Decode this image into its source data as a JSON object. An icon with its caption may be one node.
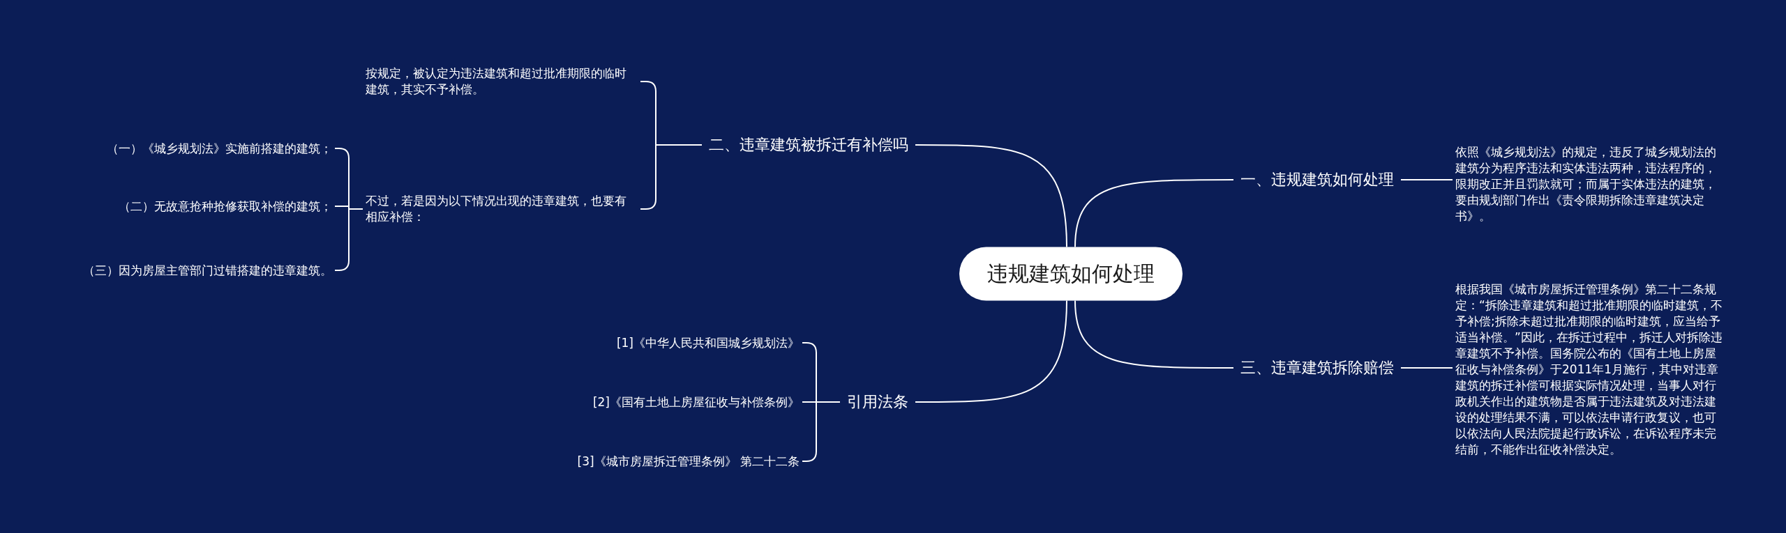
{
  "diagram": {
    "nodes": [
      {
        "text": [
          "违规建筑如何处理"
        ]
      },
      {
        "text": [
          "一、违规建筑如何处理"
        ]
      },
      {
        "text": [
          "依照《城乡规划法》的规定，违反了城乡规划法的建筑分为程序违法和实体违法两种，违法程序的，限期改正并且罚款就可；而属于实体违法的建筑，要由规划部门作出《责令限期拆除违章建筑决定书》。"
        ]
      },
      {
        "text": [
          "三、违章建筑拆除赔偿"
        ]
      },
      {
        "text": [
          "根据我国《城市房屋拆迁管理条例》第二十二条规定：“拆除违章建筑和超过批准期限的临时建筑，不予补偿;拆除未超过批准期限的临时建筑，应当给予适当补偿。”因此，在拆迁过程中，拆迁人对拆除违章建筑不予补偿。国务院公布的《国有土地上房屋征收与补偿条例》于2011年1月施行，其中对违章建筑的拆迁补偿可根据实际情况处理，当事人对行政机关作出的建筑物是否属于违法建筑及对违法建设的处理结果不满，可以依法申请行政复议，也可以依法向人民法院提起行政诉讼，在诉讼程序未完结前，不能作出征收补偿决定。"
        ]
      },
      {
        "text": [
          "二、违章建筑被拆迁有补偿吗"
        ]
      },
      {
        "text": [
          "按规定，被认定为违法建筑和超过批准期限的临时建筑，其实不予补偿。"
        ]
      },
      {
        "text": [
          "不过，若是因为以下情况出现的违章建筑，也要有相应补偿："
        ]
      },
      {
        "text": [
          "（一）《城乡规划法》实施前搭建的建筑；"
        ]
      },
      {
        "text": [
          "（二）无故意抢种抢修获取补偿的建筑；"
        ]
      },
      {
        "text": [
          "（三）因为房屋主管部门过错搭建的违章建筑。"
        ]
      },
      {
        "text": [
          "引用法条"
        ]
      },
      {
        "text": [
          "[1]《中华人民共和国城乡规划法》"
        ]
      },
      {
        "text": [
          "[2]《国有土地上房屋征收与补偿条例》"
        ]
      },
      {
        "text": [
          "[3]《城市房屋拆迁管理条例》 第二十二条"
        ]
      }
    ],
    "edges": [
      {
        "from": 0,
        "to": 1,
        "arrow": "none"
      },
      {
        "from": 1,
        "to": 2,
        "arrow": "none"
      },
      {
        "from": 0,
        "to": 3,
        "arrow": "none"
      },
      {
        "from": 3,
        "to": 4,
        "arrow": "none"
      },
      {
        "from": 0,
        "to": 5,
        "arrow": "none"
      },
      {
        "from": 5,
        "to": 6,
        "arrow": "none"
      },
      {
        "from": 5,
        "to": 7,
        "arrow": "none"
      },
      {
        "from": 7,
        "to": 8,
        "arrow": "none"
      },
      {
        "from": 7,
        "to": 9,
        "arrow": "none"
      },
      {
        "from": 7,
        "to": 10,
        "arrow": "none"
      },
      {
        "from": 0,
        "to": 11,
        "arrow": "none"
      },
      {
        "from": 11,
        "to": 12,
        "arrow": "none"
      },
      {
        "from": 11,
        "to": 13,
        "arrow": "none"
      },
      {
        "from": 11,
        "to": 14,
        "arrow": "none"
      }
    ]
  }
}
